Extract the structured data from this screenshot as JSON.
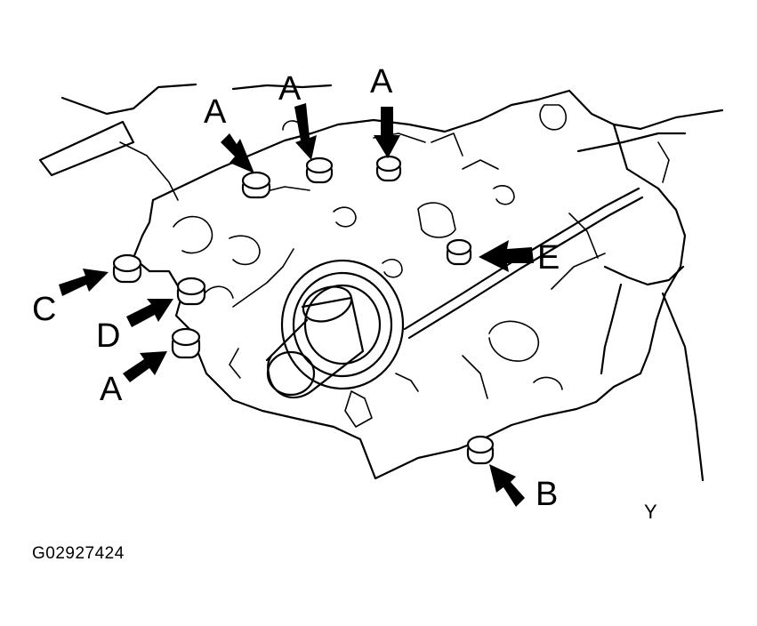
{
  "figure": {
    "reference_code": "G02927424",
    "view_marker": "Y"
  },
  "labels": {
    "a1": "A",
    "a2": "A",
    "a3": "A",
    "a4": "A",
    "b": "B",
    "c": "C",
    "d": "D",
    "e": "E"
  }
}
